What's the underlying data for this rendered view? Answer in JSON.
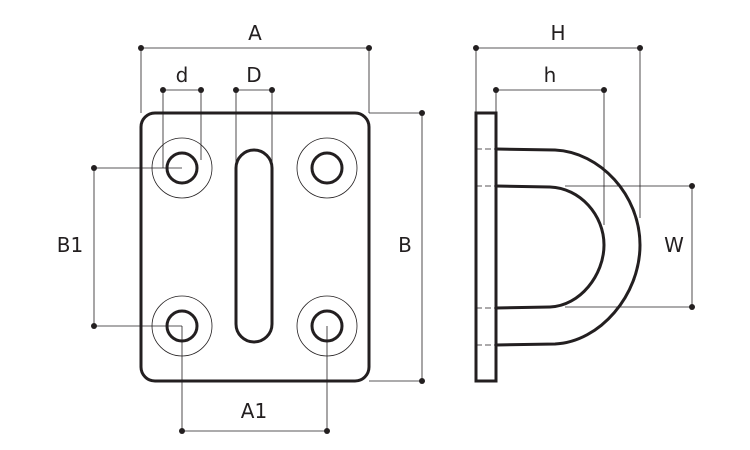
{
  "labels": {
    "A": "A",
    "d": "d",
    "D": "D",
    "B": "B",
    "B1": "B1",
    "A1": "A1",
    "H": "H",
    "h": "h",
    "W": "W"
  },
  "colors": {
    "line": "#231f20",
    "background": "#ffffff"
  }
}
